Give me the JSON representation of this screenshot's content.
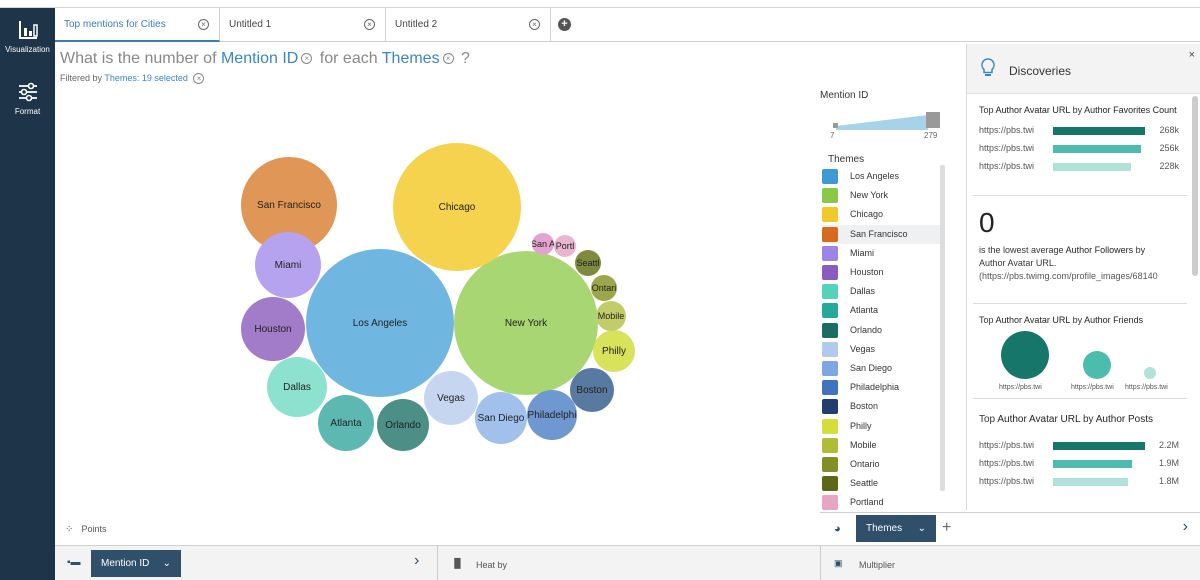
{
  "sidebar": {
    "visualization_label": "Visualization",
    "format_label": "Format"
  },
  "tabs": [
    {
      "label": "Top mentions for Cities"
    },
    {
      "label": "Untitled 1"
    },
    {
      "label": "Untitled 2"
    }
  ],
  "question": {
    "prefix": "What is the number of",
    "measure": "Mention ID",
    "middle": "for each",
    "dimension": "Themes",
    "suffix": "?"
  },
  "filter": {
    "prefix": "Filtered by",
    "value": "Themes: 19 selected"
  },
  "chart_data": {
    "type": "bubble",
    "bubbles": [
      {
        "label": "Los Angeles",
        "color": "#6fb6e0"
      },
      {
        "label": "New York",
        "color": "#a8d673"
      },
      {
        "label": "Chicago",
        "color": "#f5d34f"
      },
      {
        "label": "San Francisco",
        "color": "#df9657"
      },
      {
        "label": "Miami",
        "color": "#b6a3ef"
      },
      {
        "label": "Houston",
        "color": "#a27bc9"
      },
      {
        "label": "Dallas",
        "color": "#8de2cf"
      },
      {
        "label": "Atlanta",
        "color": "#5cb8b0"
      },
      {
        "label": "Orlando",
        "color": "#4b8f86"
      },
      {
        "label": "Vegas",
        "color": "#c6d6f0"
      },
      {
        "label": "San Diego",
        "color": "#a2c0ec"
      },
      {
        "label": "Philadelphi",
        "color": "#6f97d0"
      },
      {
        "label": "Boston",
        "color": "#5879a0"
      },
      {
        "label": "Philly",
        "color": "#d8e25a"
      },
      {
        "label": "Mobile",
        "color": "#c3cc6a"
      },
      {
        "label": "Ontari",
        "color": "#9ca64b"
      },
      {
        "label": "Seattl",
        "color": "#7e8a3e"
      },
      {
        "label": "Portl",
        "color": "#eab5cf"
      },
      {
        "label": "San A",
        "color": "#e3a3cf"
      }
    ]
  },
  "legend": {
    "size_title": "Mention ID",
    "size_min": "7",
    "size_max": "279",
    "color_title": "Themes",
    "items": [
      {
        "label": "Los Angeles",
        "color": "#3d9ad4"
      },
      {
        "label": "New York",
        "color": "#8ac946"
      },
      {
        "label": "Chicago",
        "color": "#f2c82b"
      },
      {
        "label": "San Francisco",
        "color": "#d56a20"
      },
      {
        "label": "Miami",
        "color": "#9c84e8"
      },
      {
        "label": "Houston",
        "color": "#8a5cc0"
      },
      {
        "label": "Dallas",
        "color": "#55d2bb"
      },
      {
        "label": "Atlanta",
        "color": "#27a99a"
      },
      {
        "label": "Orlando",
        "color": "#1b6d62"
      },
      {
        "label": "Vegas",
        "color": "#b2c8ec"
      },
      {
        "label": "San Diego",
        "color": "#7ea6e3"
      },
      {
        "label": "Philadelphia",
        "color": "#3f73c0"
      },
      {
        "label": "Boston",
        "color": "#1f3f6e"
      },
      {
        "label": "Philly",
        "color": "#d5dd3b"
      },
      {
        "label": "Mobile",
        "color": "#b1bb35"
      },
      {
        "label": "Ontario",
        "color": "#838e23"
      },
      {
        "label": "Seattle",
        "color": "#5c6818"
      },
      {
        "label": "Portland",
        "color": "#e6a5c5"
      }
    ]
  },
  "discoveries": {
    "title": "Discoveries",
    "close": "×",
    "card1": {
      "prefix": "Top",
      "a": "Author Avatar URL",
      "by": "by",
      "b": "Author Favorites Count",
      "rows": [
        {
          "label": "https://pbs.twi",
          "value": "268k",
          "fraction": 1.0,
          "color": "#17766a"
        },
        {
          "label": "https://pbs.twi",
          "value": "256k",
          "fraction": 0.955,
          "color": "#4cbcae"
        },
        {
          "label": "https://pbs.twi",
          "value": "228k",
          "fraction": 0.85,
          "color": "#b0e2da"
        }
      ]
    },
    "card2": {
      "number": "0",
      "line1": "is the lowest average",
      "a": "Author Followers",
      "by": "by",
      "b": "Author Avatar URL.",
      "line3": "(https://pbs.twimg.com/profile_images/68140"
    },
    "card3": {
      "prefix": "Top",
      "a": "Author Avatar URL",
      "by": "by",
      "b": "Author Friends",
      "dots": [
        {
          "label": "https://pbs.twi",
          "color": "#17766a"
        },
        {
          "label": "https://pbs.twi",
          "color": "#4cbcae"
        },
        {
          "label": "https://pbs.twi",
          "color": "#b0e2da"
        }
      ]
    },
    "card4": {
      "prefix": "Top",
      "a": "Author Avatar URL",
      "by": "by",
      "b": "Author Posts",
      "rows": [
        {
          "label": "https://pbs.twi",
          "value": "2.2M",
          "fraction": 1.0,
          "color": "#17766a"
        },
        {
          "label": "https://pbs.twi",
          "value": "1.9M",
          "fraction": 0.86,
          "color": "#4cbcae"
        },
        {
          "label": "https://pbs.twi",
          "value": "1.8M",
          "fraction": 0.82,
          "color": "#b0e2da"
        }
      ]
    }
  },
  "bottom": {
    "points_label": "Points",
    "size_field": "Mention ID",
    "heat_label": "Heat by",
    "multiplier_label": "Multiplier",
    "color_field": "Themes"
  }
}
